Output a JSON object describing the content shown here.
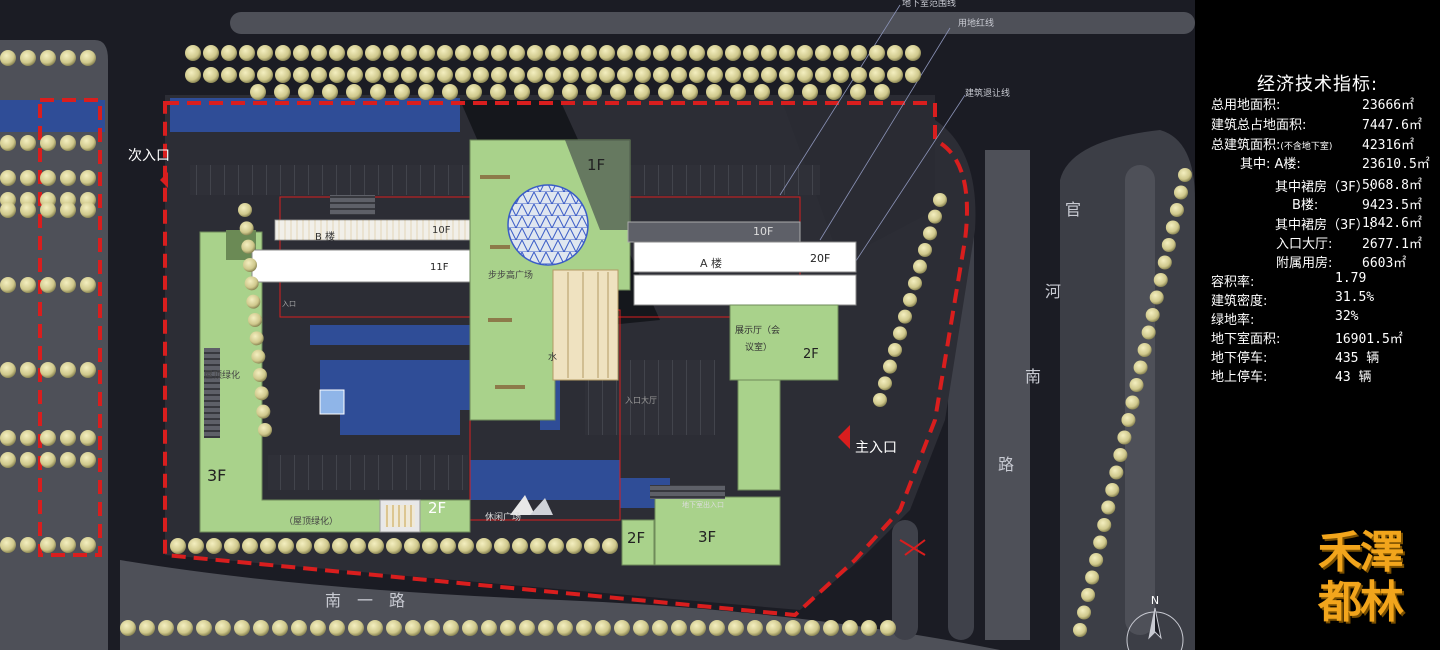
{
  "plan": {
    "roads": {
      "south": "南　一　路",
      "east": [
        "官",
        "河",
        "南",
        "路"
      ]
    },
    "entrances": {
      "secondary": "次入口",
      "main": "主入口",
      "basement": "地下室出入口"
    },
    "callouts": {
      "line_top": "地下室范围线",
      "red_line": "用地红线",
      "setback": "建筑退让线"
    },
    "buildings": {
      "b_label": "B 楼",
      "a_label": "A 楼",
      "floors": {
        "f11": "11F",
        "f10_b": "10F",
        "f10_a": "10F",
        "f20": "20F",
        "f1": "1F",
        "f3_left": "3F",
        "f2_bottom": "2F",
        "f2_small": "2F",
        "f3_bottom": "3F",
        "f2_hall": "2F"
      },
      "plaza": "步步高广场",
      "roof_green_left": "屋顶绿化",
      "roof_green_bottom": "（屋顶绿化）",
      "exhibition": [
        "展示厅（会",
        "议室）"
      ],
      "leisure": "休闲广场",
      "entrance_small": "入口",
      "water": "水",
      "hall": "入口大厅"
    }
  },
  "metrics": {
    "title": "经济技术指标:",
    "rows": [
      {
        "label": "总用地面积:",
        "value": "23666㎡"
      },
      {
        "label": "建筑总占地面积:",
        "value": "7447.6㎡"
      },
      {
        "label": "总建筑面积:",
        "note": "(不含地下室)",
        "value": "42316㎡"
      },
      {
        "label": "其中: A楼:",
        "value": "23610.5㎡"
      },
      {
        "label": "其中裙房（3F）:",
        "value": "5068.8㎡"
      },
      {
        "label": "B楼:",
        "value": "9423.5㎡"
      },
      {
        "label": "其中裙房（3F）:",
        "value": "1842.6㎡"
      },
      {
        "label": "入口大厅:",
        "value": "2677.1㎡"
      },
      {
        "label": "附属用房:",
        "value": "6603㎡"
      },
      {
        "label": "容积率:",
        "value": "1.79"
      },
      {
        "label": "建筑密度:",
        "value": "31.5%"
      },
      {
        "label": "绿地率:",
        "value": "32%"
      },
      {
        "label": "地下室面积:",
        "value": "16901.5㎡"
      },
      {
        "label": "地下停车:",
        "value": "435 辆"
      },
      {
        "label": "地上停车:",
        "value": "43 辆"
      }
    ]
  },
  "logo": {
    "line1": "禾澤",
    "line2": "都林"
  },
  "compass": {
    "north": "N"
  },
  "colors": {
    "green_roof": "#a9d28b",
    "water": "#2f4d97",
    "red_line": "#d91e1e",
    "tree": "#d8d29a",
    "road": "#4e5058",
    "logo": "#f2a51c"
  }
}
